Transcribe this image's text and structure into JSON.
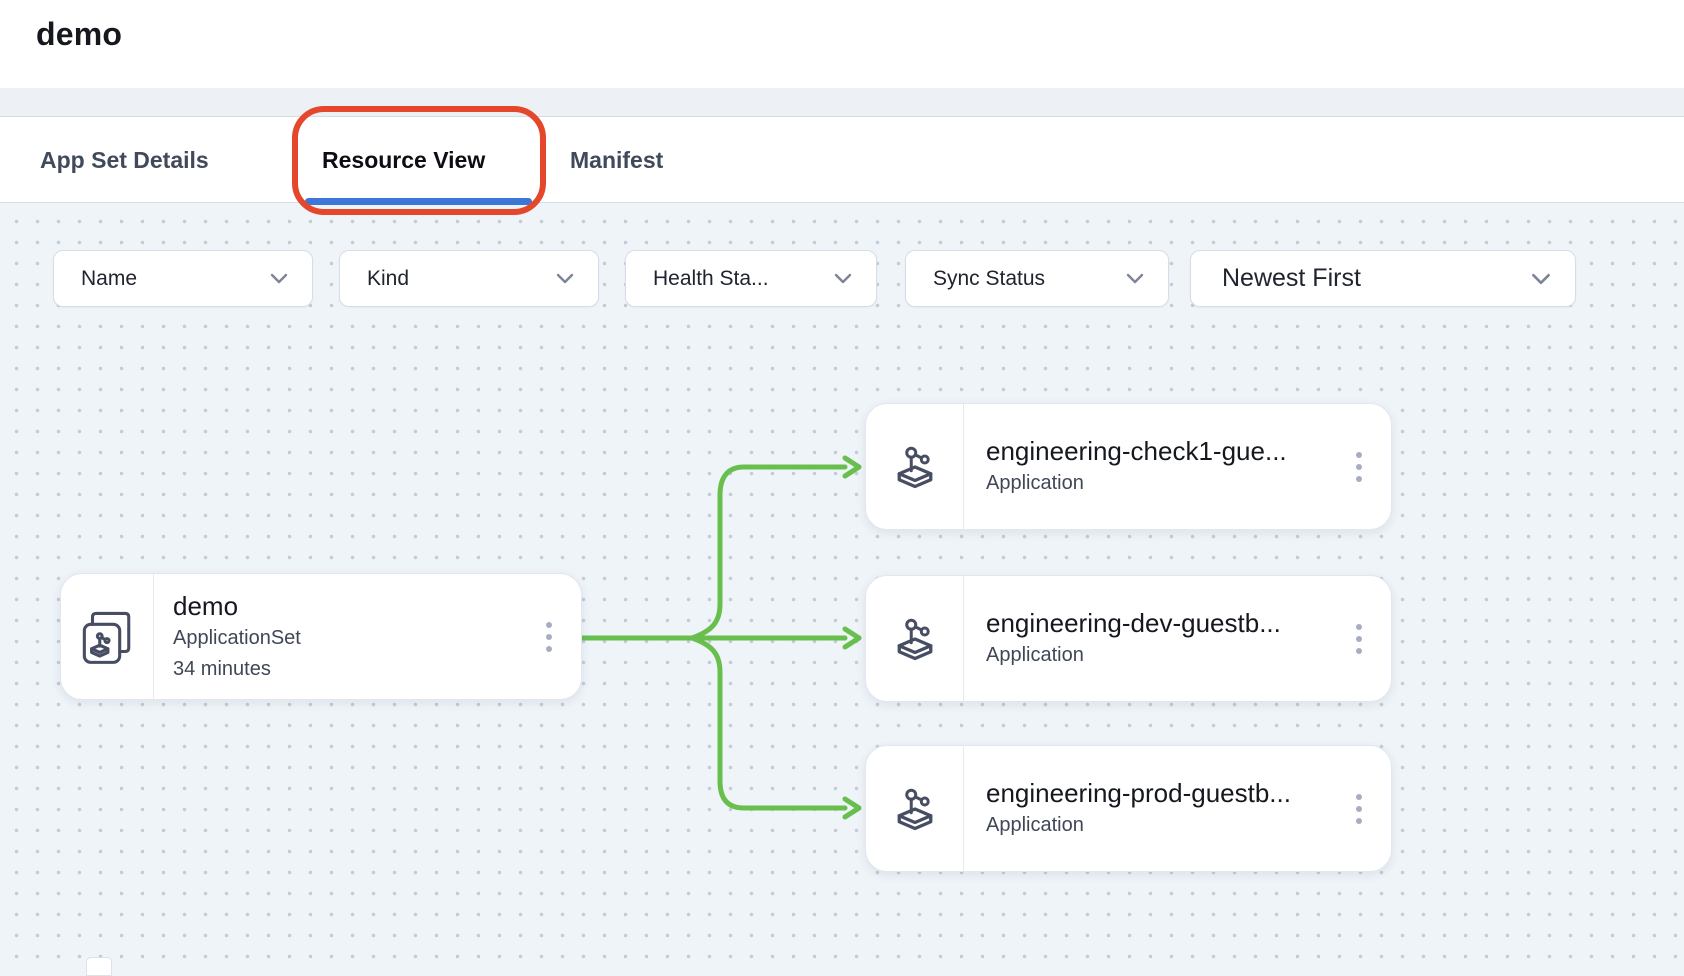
{
  "header": {
    "title": "demo"
  },
  "tabs": {
    "items": [
      {
        "label": "App Set Details",
        "active": false
      },
      {
        "label": "Resource View",
        "active": true
      },
      {
        "label": "Manifest",
        "active": false
      }
    ]
  },
  "filters": {
    "name_label": "Name",
    "kind_label": "Kind",
    "health_label": "Health Sta...",
    "sync_label": "Sync Status",
    "sort_label": "Newest First"
  },
  "graph": {
    "root_node": {
      "title": "demo",
      "kind": "ApplicationSet",
      "age": "34 minutes"
    },
    "app_nodes": [
      {
        "title": "engineering-check1-gue...",
        "kind": "Application"
      },
      {
        "title": "engineering-dev-guestb...",
        "kind": "Application"
      },
      {
        "title": "engineering-prod-guestb...",
        "kind": "Application"
      }
    ]
  },
  "icons": {
    "root_icon": "application-set-icon",
    "app_icon": "application-icon",
    "menu_icon": "kebab-menu-icon",
    "dropdown_icon": "chevron-down-icon"
  },
  "colors": {
    "edge_green": "#68bf4e",
    "tab_underline_blue": "#3c76d6",
    "annotation_red": "#e5472d",
    "canvas_background": "#eef4f8",
    "icon_slate": "#474e63"
  }
}
